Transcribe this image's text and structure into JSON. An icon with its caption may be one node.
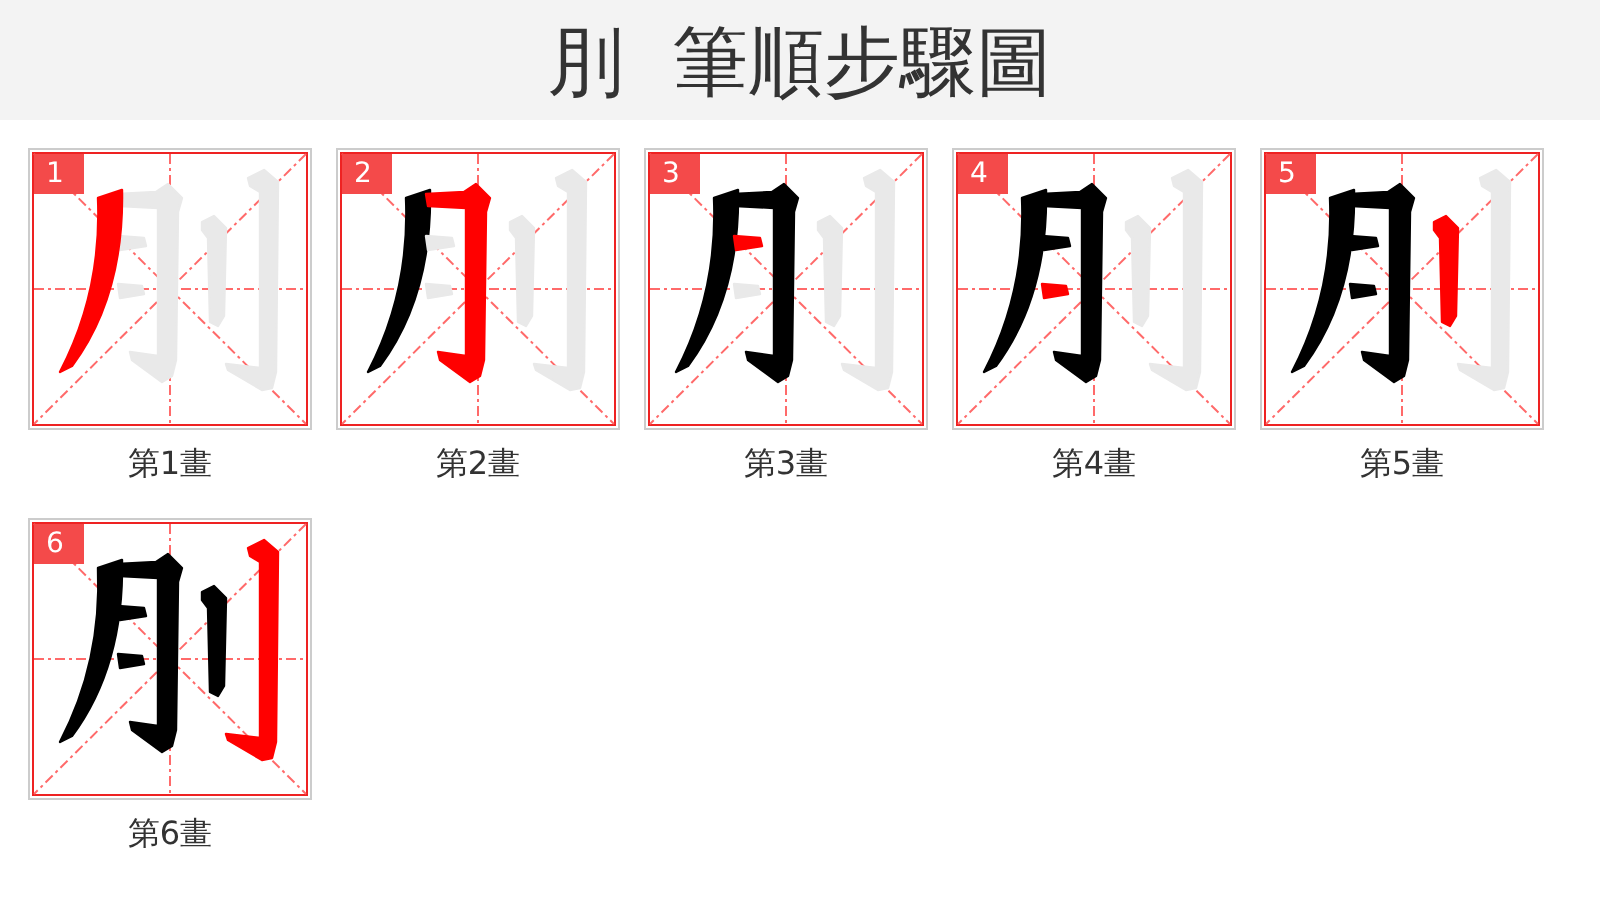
{
  "diagram": {
    "title": "刖 筆順步驟圖",
    "nodes": [
      {
        "text": [
          "1"
        ],
        "beside": [
          "第1畫"
        ]
      },
      {
        "text": [
          "2"
        ],
        "beside": [
          "第2畫"
        ]
      },
      {
        "text": [
          "3"
        ],
        "beside": [
          "第3畫"
        ]
      },
      {
        "text": [
          "4"
        ],
        "beside": [
          "第4畫"
        ]
      },
      {
        "text": [
          "5"
        ],
        "beside": [
          "第5畫"
        ]
      },
      {
        "text": [
          "6"
        ],
        "beside": [
          "第6畫"
        ]
      }
    ]
  }
}
